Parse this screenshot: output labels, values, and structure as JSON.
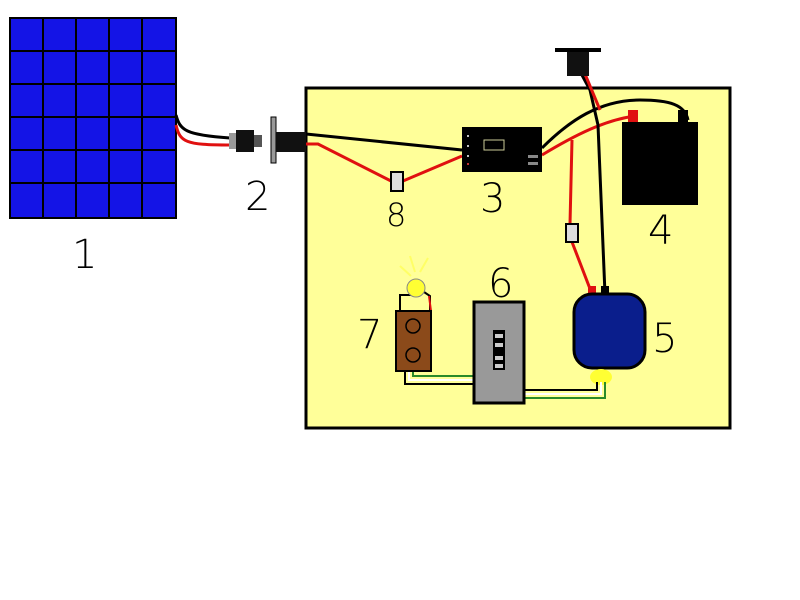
{
  "labels": {
    "solar_panel": "1",
    "connector": "2",
    "charge_controller": "3",
    "battery": "4",
    "generator": "5",
    "switch_box": "6",
    "outlet": "7",
    "fuse": "8"
  },
  "colors": {
    "panel": "#1414e6",
    "enclosure": "#ffff99",
    "wire_red": "#e01010",
    "generator": "#0a1e8c",
    "switch_box": "#999999",
    "outlet": "#8b4a1a"
  }
}
